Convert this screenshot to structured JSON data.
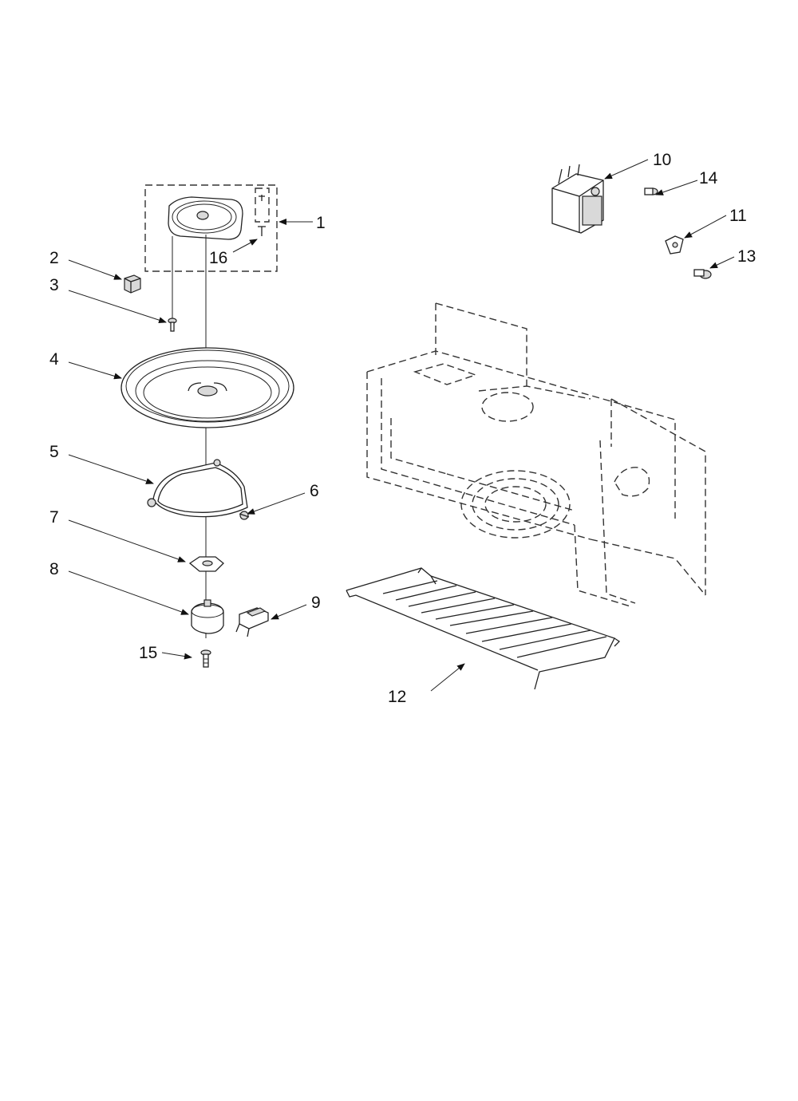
{
  "diagram": {
    "callouts": [
      {
        "id": "c1",
        "text": "1"
      },
      {
        "id": "c2",
        "text": "2"
      },
      {
        "id": "c3",
        "text": "3"
      },
      {
        "id": "c4",
        "text": "4"
      },
      {
        "id": "c5",
        "text": "5"
      },
      {
        "id": "c6",
        "text": "6"
      },
      {
        "id": "c7",
        "text": "7"
      },
      {
        "id": "c8",
        "text": "8"
      },
      {
        "id": "c9",
        "text": "9"
      },
      {
        "id": "c10",
        "text": "10"
      },
      {
        "id": "c11",
        "text": "11"
      },
      {
        "id": "c12",
        "text": "12"
      },
      {
        "id": "c13",
        "text": "13"
      },
      {
        "id": "c14",
        "text": "14"
      },
      {
        "id": "c15",
        "text": "15"
      },
      {
        "id": "c16",
        "text": "16"
      }
    ]
  }
}
